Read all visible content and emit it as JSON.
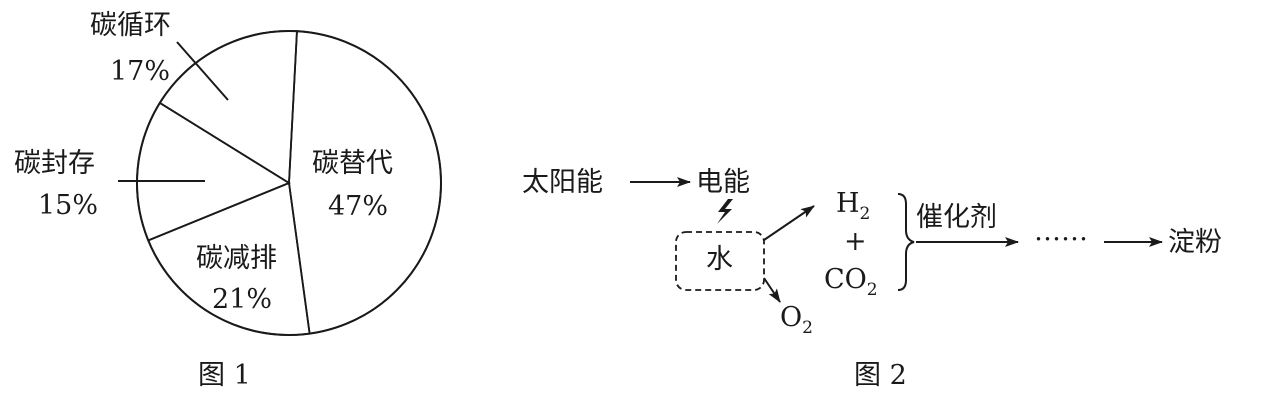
{
  "figure1": {
    "caption": "图 1",
    "chart_data": {
      "type": "pie",
      "categories": [
        "碳替代",
        "碳减排",
        "碳封存",
        "碳循环"
      ],
      "values": [
        47,
        21,
        15,
        17
      ],
      "value_labels": [
        "47%",
        "21%",
        "15%",
        "17%"
      ],
      "title": ""
    }
  },
  "figure2": {
    "caption": "图 2",
    "solar": "太阳能",
    "electric": "电能",
    "lightning_icon": "lightning-bolt-icon",
    "water": "水",
    "h2": "H",
    "h2_sub": "2",
    "plus": "+",
    "co2": "CO",
    "co2_sub": "2",
    "o2": "O",
    "o2_sub": "2",
    "catalyst": "催化剂",
    "ellipsis": "……",
    "starch": "淀粉"
  }
}
